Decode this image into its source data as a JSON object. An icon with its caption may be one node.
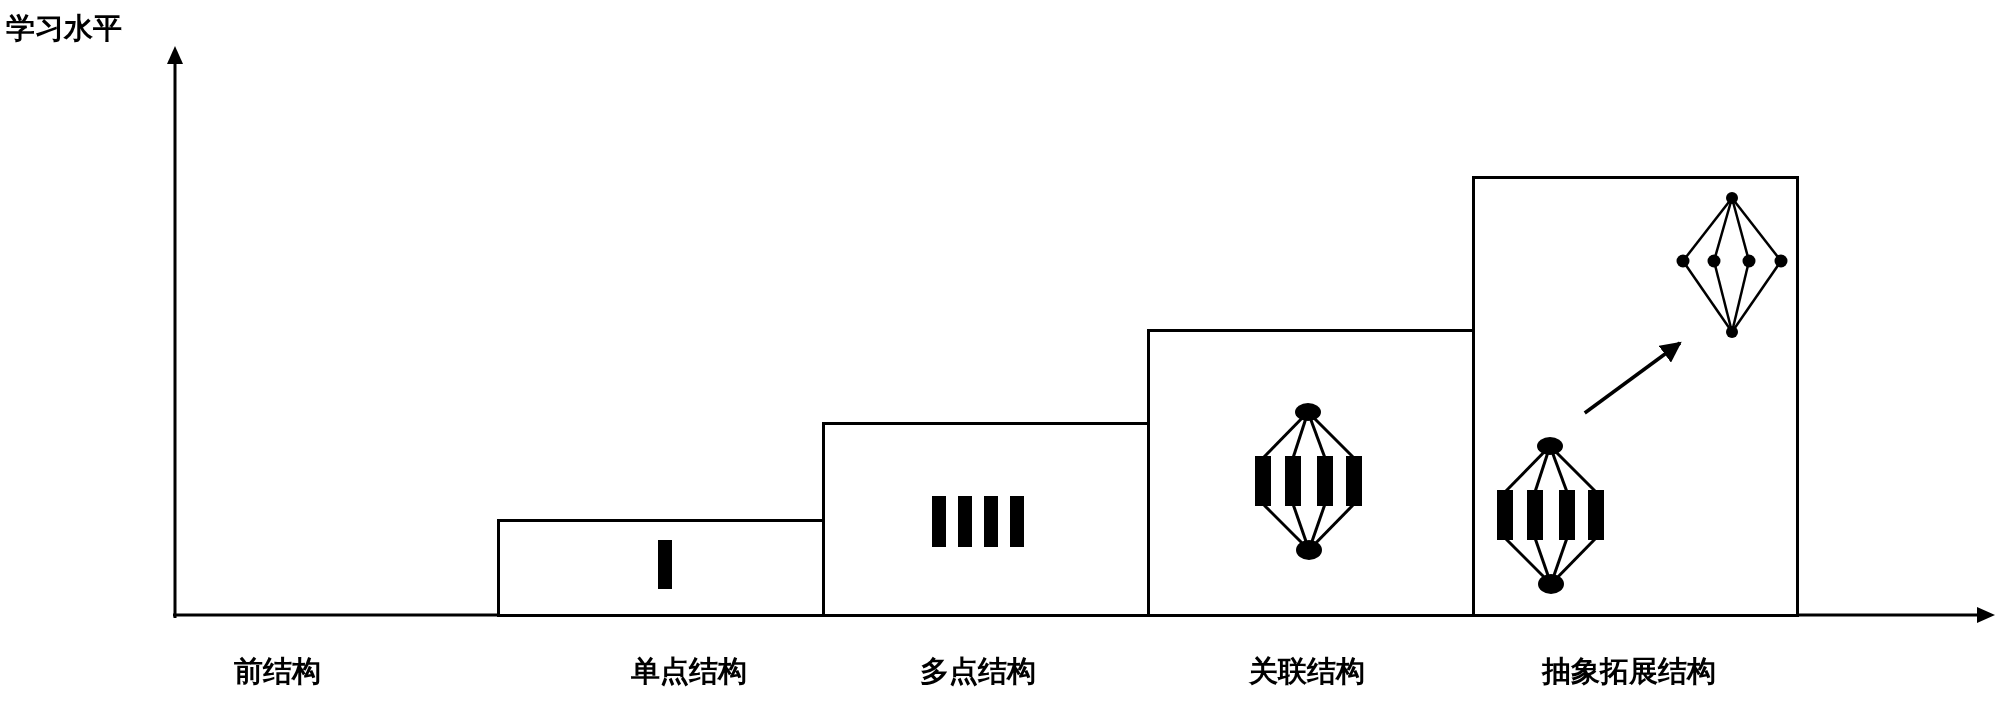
{
  "diagram": {
    "nodes": [
      {
        "text": [
          "单点结构"
        ]
      },
      {
        "text": [
          "多点结构"
        ]
      },
      {
        "text": [
          "关联结构"
        ]
      },
      {
        "text": [
          "抽象拓展结构"
        ]
      },
      {
        "text": [],
        "shape": "picture",
        "in": 3
      },
      {
        "text": [],
        "shape": "picture",
        "in": 3
      }
    ],
    "edges": [
      {
        "from": 4,
        "to": 5,
        "arrow": "to"
      }
    ],
    "labels": [
      "学习水平",
      "前结构"
    ]
  }
}
